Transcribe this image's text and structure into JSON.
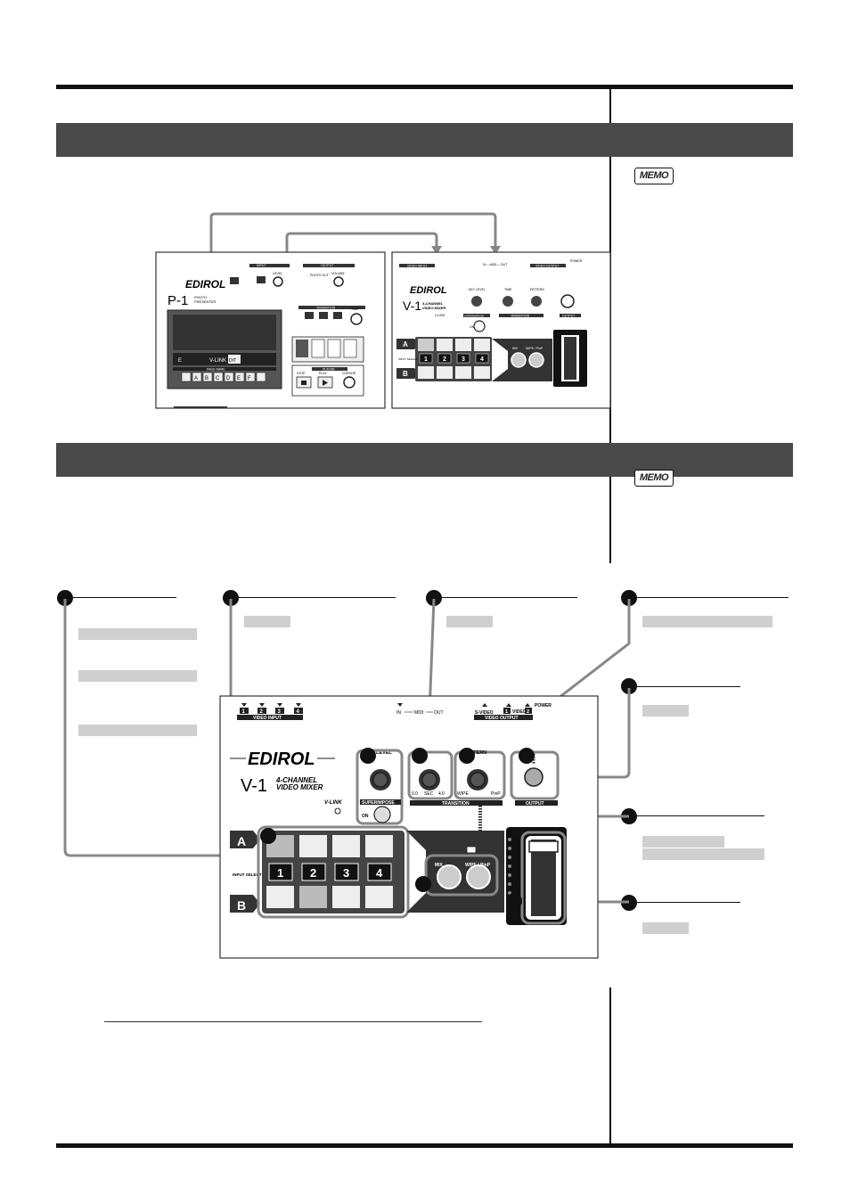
{
  "sidebar": {
    "memo_label": "MEMO"
  },
  "p1": {
    "brand": "EDIROL",
    "model": "P-1",
    "model_sub_1": "PHOTO",
    "model_sub_2": "PRESENTER",
    "page_name": "PAGE NAME",
    "page_keys": [
      "A",
      "B",
      "C",
      "D",
      "E",
      "F"
    ],
    "screen_e": "E",
    "screen_vlink": "V-LINK",
    "screen_dit": "DIT",
    "section_input": "INPUT",
    "section_output": "OUTPUT",
    "section_transition": "TRANSITION",
    "section_player": "PLAYER",
    "label_level": "LEVEL",
    "label_volume": "VOLUME",
    "label_photo_out": "PHOTO OUT",
    "label_time": "TIME",
    "label_stop": "STOP",
    "label_play": "PLAY",
    "label_cursor": "CURSOR"
  },
  "v1_small": {
    "brand": "EDIROL",
    "model": "V-1",
    "subtitle_1": "4-CHANNEL",
    "subtitle_2": "VIDEO MIXER",
    "label_video_input": "VIDEO INPUT",
    "label_video_output": "VIDEO OUTPUT",
    "label_midi": "IN —MIDI— OUT",
    "label_power": "POWER",
    "label_key_level": "KEY LEVEL",
    "label_time": "TIME",
    "label_pattern": "PATTERN",
    "label_transition": "TRANSITION",
    "label_output": "OUTPUT",
    "label_mix": "MIX",
    "label_wipe": "WIPE / PinP",
    "label_superimpose": "SUPERIMPOSE",
    "label_vlink": "V-LINK",
    "label_input_select": "INPUT SELECT",
    "label_on": "ON",
    "row_a": "A",
    "row_b": "B",
    "inputs": [
      "1",
      "2",
      "3",
      "4"
    ]
  },
  "v1_large": {
    "brand": "EDIROL",
    "model": "V-1",
    "subtitle_1": "4-CHANNEL",
    "subtitle_2": "VIDEO MIXER",
    "label_video_input": "VIDEO INPUT",
    "label_video_output": "VIDEO OUTPUT",
    "label_svideo": "S-VIDEO",
    "label_video": "VIDEO",
    "label_midi_in": "IN",
    "label_midi": "MIDI",
    "label_midi_out": "OUT",
    "label_power": "POWER",
    "label_level": "LEVEL",
    "label_superimpose": "SUPERIMPOSE",
    "label_on": "ON",
    "label_vlink": "V-LINK",
    "label_transition": "TRANSITION",
    "label_output": "OUTPUT",
    "label_pattern": "PATTERN",
    "label_mix": "MIX",
    "label_wipe": "WIPE / PinP",
    "label_input_select": "INPUT SELECT",
    "label_time_min": "0.0",
    "label_time_mid": "SEC",
    "label_time_max": "4.0",
    "label_wipe_short": "WIPE",
    "label_pip_short": "PinP",
    "row_a": "A",
    "row_b": "B",
    "inputs": [
      "1",
      "2",
      "3",
      "4"
    ],
    "input_numbers": [
      "1",
      "2",
      "3",
      "4"
    ],
    "output_numbers": [
      "1",
      "2"
    ]
  }
}
